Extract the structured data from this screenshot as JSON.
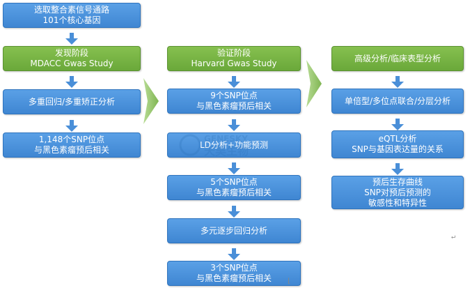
{
  "colors": {
    "box_blue": "#4a8fd8",
    "box_green": "#72b043",
    "arrow_blue": "#4a8fd8",
    "side_arrow_green": "#8cc063"
  },
  "col1": {
    "box1": [
      "选取整合素信号通路",
      "101个核心基因"
    ],
    "box2": [
      "发现阶段",
      "MDACC Gwas Study"
    ],
    "box3": [
      "多重回归/多重矫正分析"
    ],
    "box4": [
      "1,148个SNP位点",
      "与黑色素瘤预后相关"
    ]
  },
  "col2": {
    "box1": [
      "验证阶段",
      "Harvard Gwas Study"
    ],
    "box2": [
      "9个SNP位点",
      "与黑色素瘤预后相关"
    ],
    "box3": [
      "LD分析+功能预测"
    ],
    "box4": [
      "5个SNP位点",
      "与黑色素瘤预后相关"
    ],
    "box5": [
      "多元逐步回归分析"
    ],
    "box6": [
      "3个SNP位点",
      "与黑色素瘤预后相关"
    ]
  },
  "col3": {
    "box1": [
      "高级分析/临床表型分析"
    ],
    "box2": [
      "单倍型/多位点联合/分层分析"
    ],
    "box3": [
      "eQTL分析",
      "SNP与基因表达量的关系"
    ],
    "box4": [
      "预后生存曲线",
      "SNP对预后预测的",
      "敏感性和特异性"
    ]
  },
  "watermark": {
    "logo_text_en": "GENESKY",
    "logo_text_cn": "天昊生物"
  }
}
